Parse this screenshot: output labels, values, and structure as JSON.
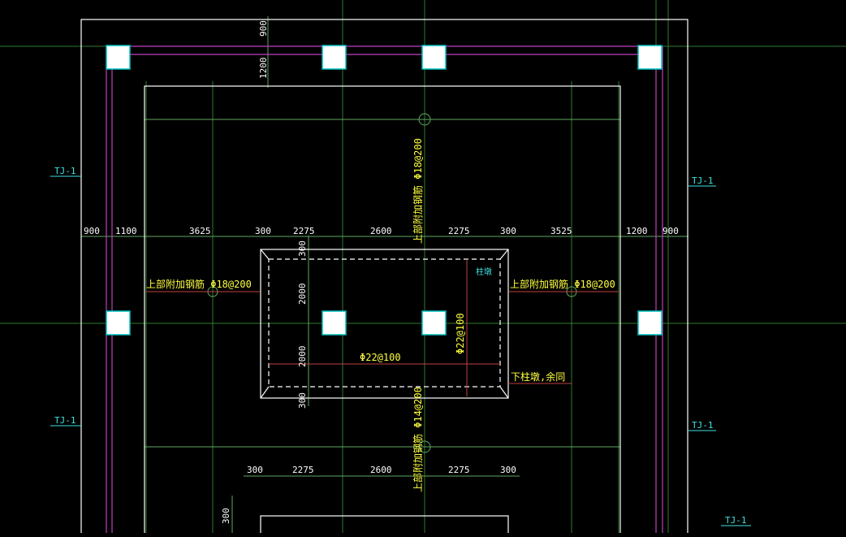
{
  "colors": {
    "background": "#000000",
    "grid_line": "#2e7d2e",
    "dim_line": "#5fa85f",
    "outline": "#ffffff",
    "wall": "#c040c0",
    "column": "#ffffff",
    "column_edge": "#00c0c0",
    "text_white": "#ffffff",
    "text_yellow": "#ffff40",
    "text_cyan": "#40e0e0",
    "rebar_red": "#c04040"
  },
  "top_dims": {
    "d1": "900",
    "d2": "1200"
  },
  "main_dims": [
    "900",
    "1100",
    "3625",
    "300",
    "2275",
    "2600",
    "2275",
    "300",
    "3525",
    "1200",
    "900"
  ],
  "bottom_dims": [
    "300",
    "2275",
    "2600",
    "2275",
    "300"
  ],
  "vertical_dims": {
    "v1": "300",
    "v2": "2000",
    "v3": "2000",
    "v4": "300",
    "v5": "300"
  },
  "labels": {
    "tj_top_left": "TJ-1",
    "tj_top_right": "TJ-1",
    "tj_bottom_left": "TJ-1",
    "tj_bottom_right": "TJ-1",
    "tj_far_right": "TJ-1",
    "left_rebar": "上部附加钢筋 Φ18@200",
    "right_rebar": "上部附加钢筋 Φ18@200",
    "vertical_rebar_top": "上部附加钢筋 Φ18@200",
    "vertical_rebar_bottom": "上部附加钢筋 Φ14@200",
    "rebar_h_center": "Φ22@100",
    "rebar_v_center": "Φ22@100",
    "pit_label": "柱墩",
    "pit_note": "下柱墩,余同"
  }
}
